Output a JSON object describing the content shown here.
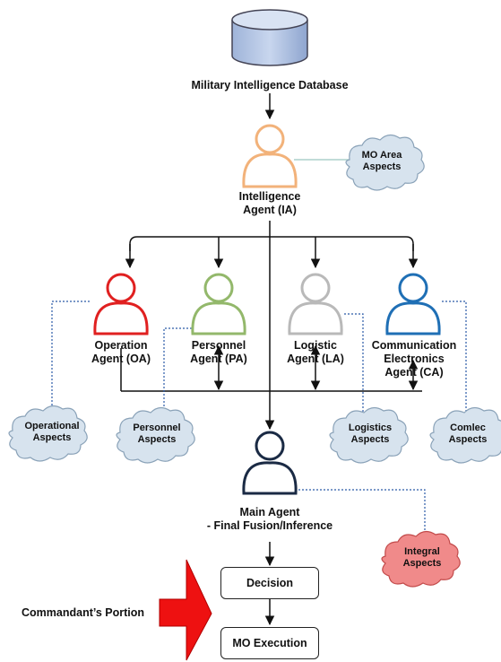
{
  "database": {
    "label": "Military Intelligence Database"
  },
  "intelligence_agent": {
    "line1": "Intelligence",
    "line2": "Agent (IA)",
    "aspect_line1": "MO Area",
    "aspect_line2": "Aspects"
  },
  "agents": [
    {
      "line1": "Operation",
      "line2": "Agent (OA)",
      "line3": "",
      "color": "#e02020",
      "aspect_line1": "Operational",
      "aspect_line2": "Aspects"
    },
    {
      "line1": "Personnel",
      "line2": "Agent (PA)",
      "line3": "",
      "color": "#93b86b",
      "aspect_line1": "Personnel",
      "aspect_line2": "Aspects"
    },
    {
      "line1": "Logistic",
      "line2": "Agent (LA)",
      "line3": "",
      "color": "#b9b9b9",
      "aspect_line1": "Logistics",
      "aspect_line2": "Aspects"
    },
    {
      "line1": "Communication",
      "line2": "Electronics",
      "line3": "Agent (CA)",
      "color": "#1f6fb5",
      "aspect_line1": "Comlec",
      "aspect_line2": "Aspects"
    }
  ],
  "main_agent": {
    "line1": "Main Agent",
    "line2": "- Final Fusion/Inference",
    "color": "#1a2a44",
    "aspect_line1": "Integral",
    "aspect_line2": "Aspects"
  },
  "decision": {
    "label": "Decision"
  },
  "execution": {
    "label": "MO Execution"
  },
  "commandant": {
    "label": "Commandant’s Portion"
  },
  "colors": {
    "ia_agent": "#f2b27a",
    "cloud_fill": "#d7e3ee",
    "cloud_stroke": "#8aa2b8",
    "integral_fill": "#f08a8a",
    "integral_stroke": "#c24a4a",
    "dotted_line": "#2b5aa8",
    "arrow_red": "#ee1111"
  }
}
